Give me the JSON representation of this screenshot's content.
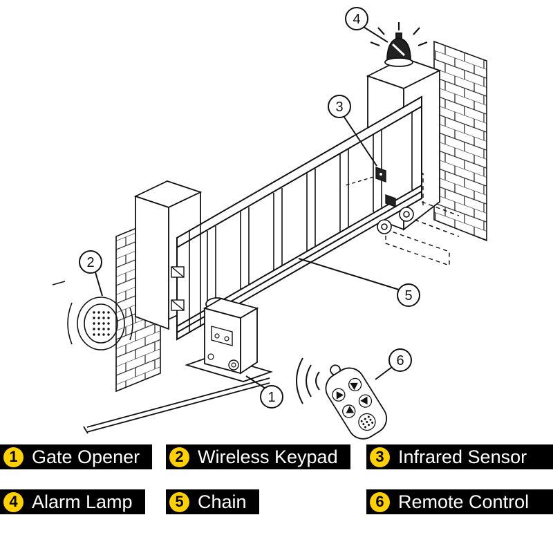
{
  "legend": {
    "items": [
      {
        "num": "1",
        "label": "Gate Opener"
      },
      {
        "num": "2",
        "label": "Wireless Keypad"
      },
      {
        "num": "3",
        "label": "Infrared Sensor"
      },
      {
        "num": "4",
        "label": "Alarm Lamp"
      },
      {
        "num": "5",
        "label": "Chain"
      },
      {
        "num": "6",
        "label": "Remote Control"
      }
    ],
    "badge_color": "#FFD100",
    "bar_color": "#000000",
    "label_color": "#FFFFFF"
  },
  "diagram": {
    "description": "Isometric line drawing of sliding gate automation system with numbered callouts",
    "line_color": "#111111",
    "callout_numbers": [
      "1",
      "2",
      "3",
      "4",
      "5",
      "6"
    ]
  }
}
